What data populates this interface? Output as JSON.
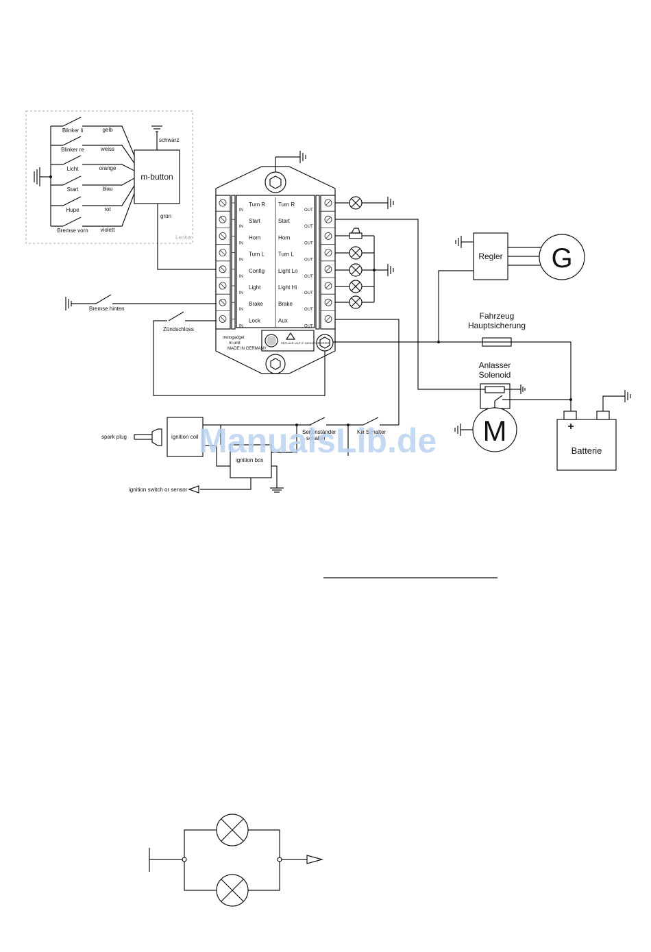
{
  "mbutton": {
    "title": "m-button",
    "group_label": "Lenker",
    "ground_label": "schwarz",
    "output_label": "grün",
    "switches": [
      {
        "name": "Blinker li",
        "color": "gelb"
      },
      {
        "name": "Blinker re",
        "color": "weiss"
      },
      {
        "name": "Licht",
        "color": "orange"
      },
      {
        "name": "Start",
        "color": "blau"
      },
      {
        "name": "Hupe",
        "color": "rot"
      },
      {
        "name": "Bremse vorn",
        "color": "violett"
      }
    ]
  },
  "munit": {
    "rows": [
      {
        "in": "Turn R",
        "out": "Turn R"
      },
      {
        "in": "Start",
        "out": "Start"
      },
      {
        "in": "Horn",
        "out": "Horn"
      },
      {
        "in": "Turn L",
        "out": "Turn L"
      },
      {
        "in": "Config",
        "out": "Light Lo"
      },
      {
        "in": "Light",
        "out": "Light Hi"
      },
      {
        "in": "Brake",
        "out": "Brake"
      },
      {
        "in": "Lock",
        "out": "Aux"
      }
    ],
    "in_tag": "IN",
    "out_tag": "OUT",
    "brand": "motogadget",
    "model": "m-unit",
    "made_in": "MADE IN GERMANY",
    "warning": "REPLACE UNIT IF INDICATOR GREEN"
  },
  "labels": {
    "bremse_hinten": "Bremse hinten",
    "zuendschloss": "Zündschloss",
    "regler": "Regler",
    "generator": "G",
    "fuse_line1": "Fahrzeug",
    "fuse_line2": "Hauptsicherung",
    "solenoid_line1": "Anlasser",
    "solenoid_line2": "Solenoid",
    "motor": "M",
    "battery": "Batterie",
    "battery_plus": "+",
    "spark_plug": "spark plug",
    "ignition_coil": "ignition coil",
    "ignition_box": "ignition box",
    "ignition_switch": "ignition switch or sensor",
    "sidestand_line1": "Seitenständer",
    "sidestand_line2": "schalter",
    "kill_switch": "Kill Schalter",
    "watermark": "ManualsLib.de"
  },
  "colors": {
    "line": "#111111",
    "watermark": "#b9d3f2",
    "group_border": "#aaaaaa"
  }
}
